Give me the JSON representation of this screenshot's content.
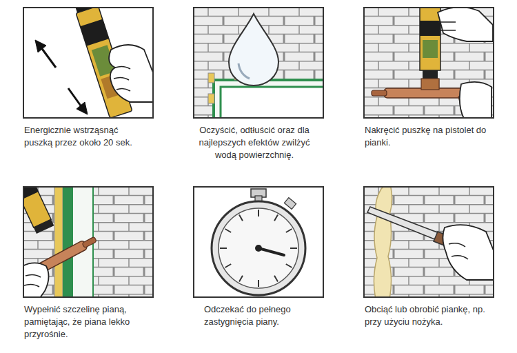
{
  "diagram": {
    "nodes": [
      {
        "text": [
          "Energicznie wstrząsnąć puszką przez około 20 sek."
        ]
      },
      {
        "text": [
          "Oczyścić, odtłuścić oraz dla najlepszych efektów zwilżyć wodą powierzchnię."
        ]
      },
      {
        "text": [
          "Nakręcić puszkę na pistolet do pianki."
        ]
      },
      {
        "text": [
          "Wypełnić szczelinę pianą, pamiętając, że piana lekko przyrośnie."
        ]
      },
      {
        "text": [
          "Odczekać do pełnego zastygnięcia piany."
        ]
      },
      {
        "text": [
          "Obciąć lub obrobić piankę, np. przy użyciu nożyka."
        ]
      }
    ]
  }
}
